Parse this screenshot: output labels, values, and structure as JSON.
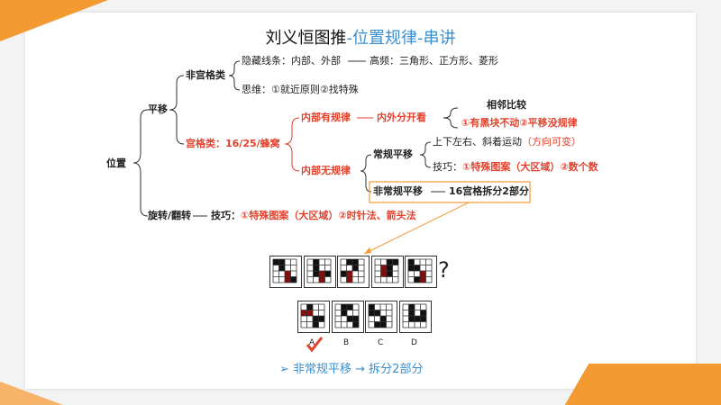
{
  "title": {
    "main": "刘义恒图推",
    "sub": "-位置规律-串讲"
  },
  "root": "位置",
  "pingyi": "平移",
  "feigong": "非宫格类",
  "feigong_a": "隐藏线条：内部、外部",
  "feigong_a2": "高频：三角形、正方形、菱形",
  "feigong_b": "思维：①就近原则②找特殊",
  "gongge": "宫格类：16/25/蜂窝",
  "neibu_you": "内部有规律",
  "neiwai": "内外分开看",
  "xianglin_title": "相邻比较",
  "xianglin_body1": "①有黑块不动",
  "xianglin_body2": "②平移没规律",
  "neibu_wu": "内部无规律",
  "changgui": "常规平移",
  "changgui_a1": "上下左右、斜着运动",
  "changgui_a2": "（方向可变）",
  "changgui_b0": "技巧：",
  "changgui_b1": "①特殊图案（大区域）",
  "changgui_b2": "②数个数",
  "feichanggui": "非常规平移",
  "feichanggui_r": "16宫格拆分2部分",
  "xuanzhuan": "旋转/翻转",
  "xuanzhuan_b0": "技巧：",
  "xuanzhuan_b1": "①特殊图案（大区域）②时针法、箭头法",
  "question_mark": "?",
  "options": [
    "A",
    "B",
    "C",
    "D"
  ],
  "bottom_note": "➢  非常规平移 → 拆分2部分",
  "colors": {
    "orange": "#f39a33",
    "red": "#e2412c",
    "blue": "#3a8fd1",
    "dark_red": "#8b0a0a"
  }
}
